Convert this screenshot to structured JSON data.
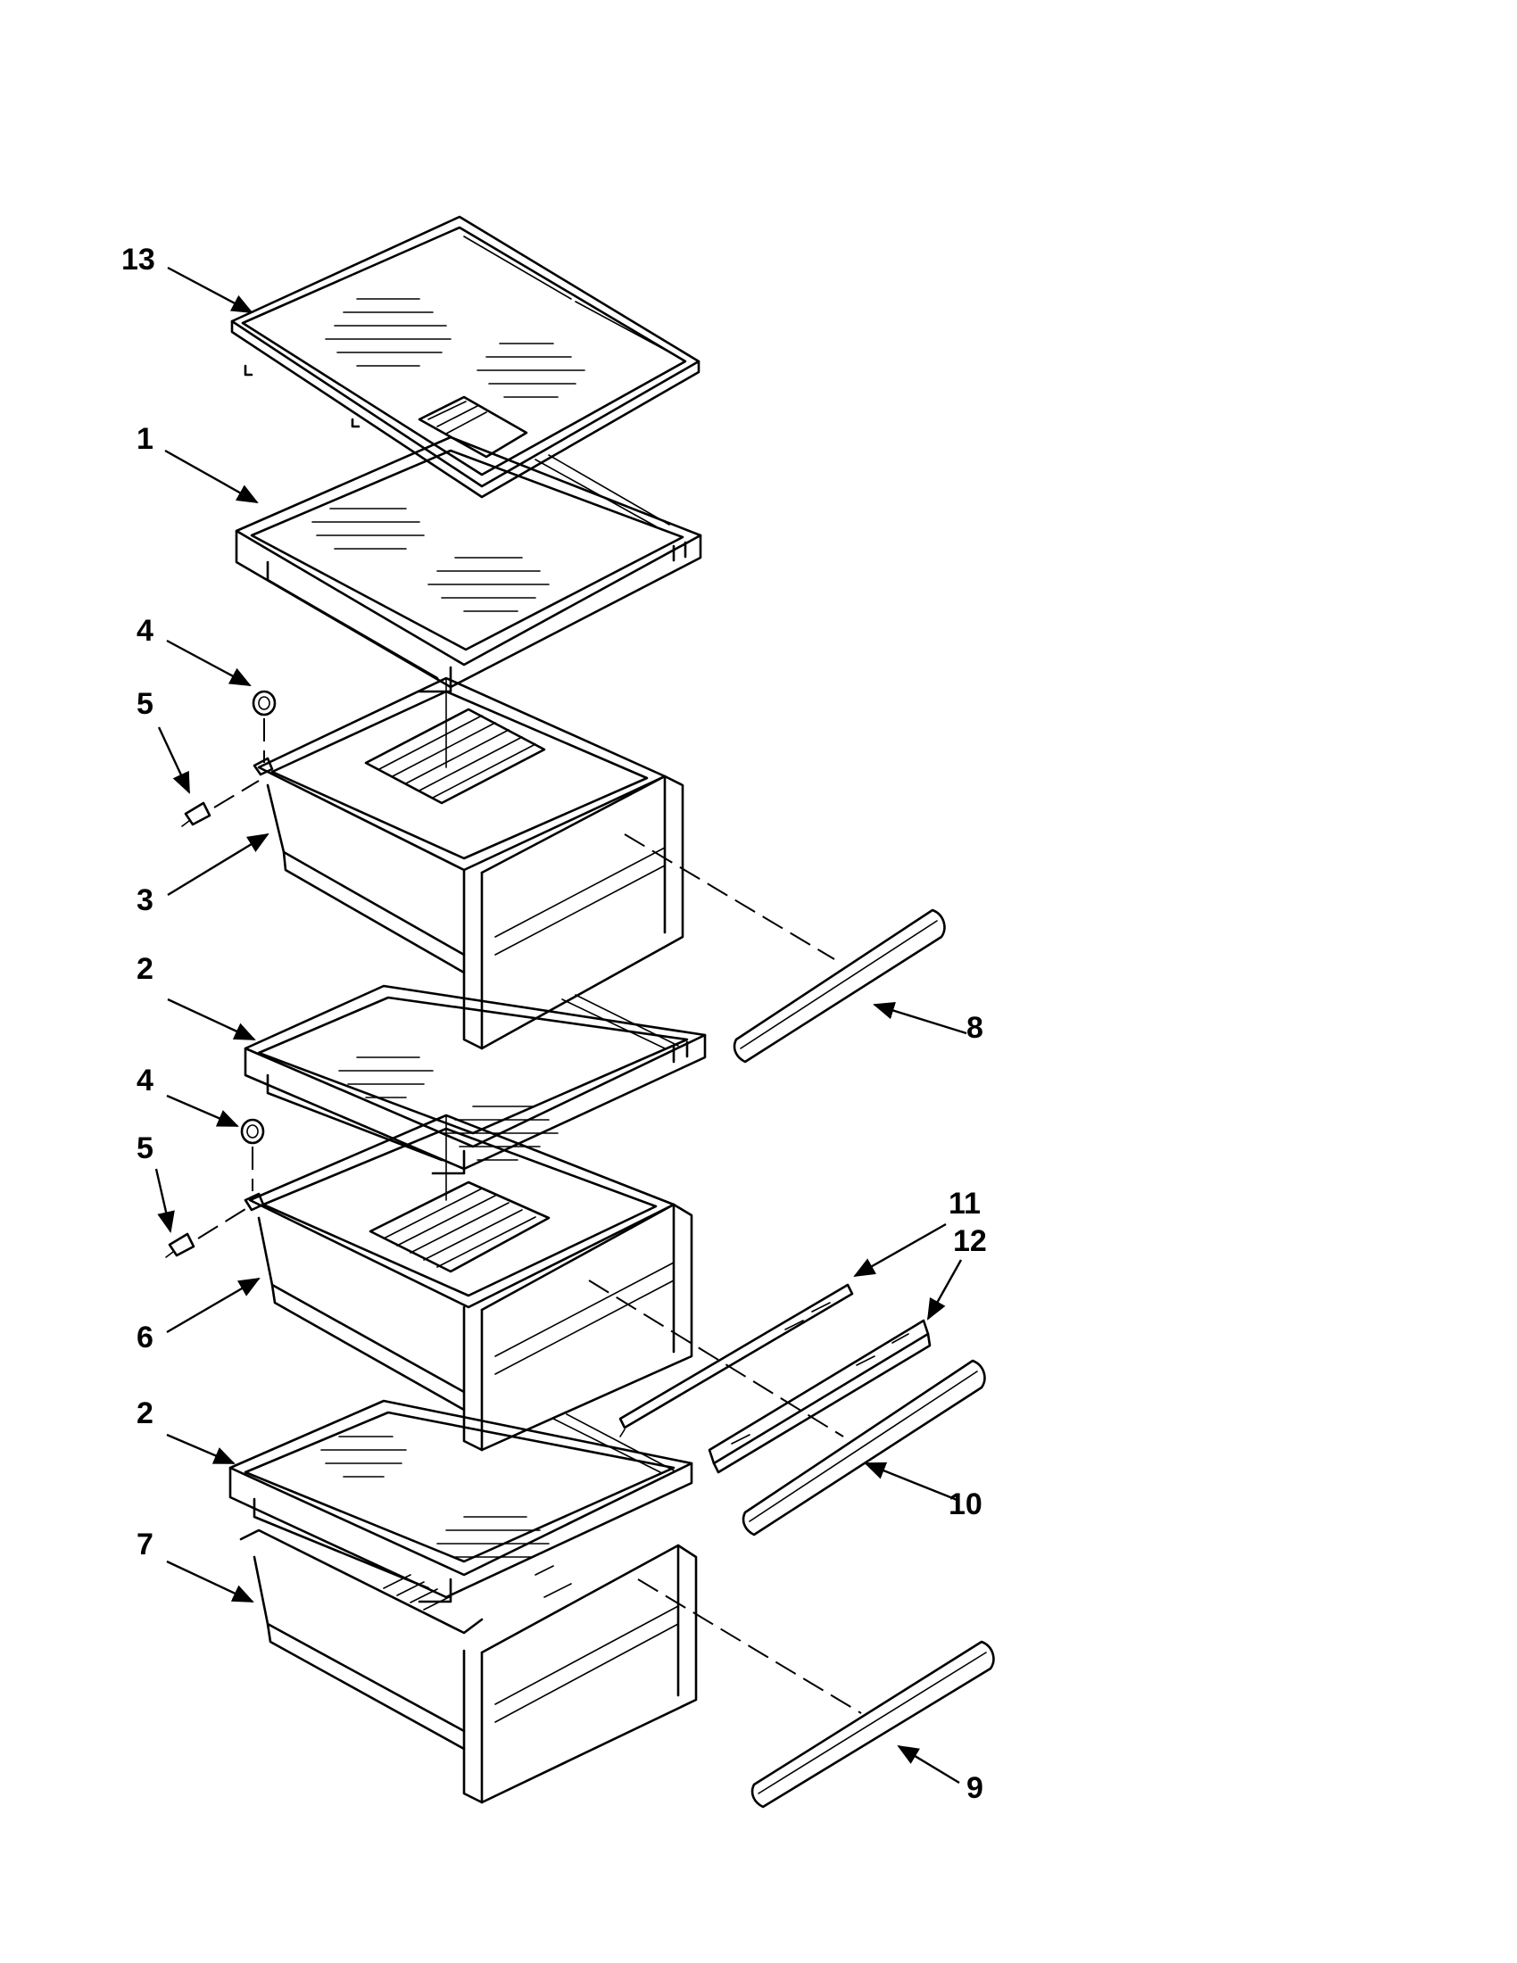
{
  "callouts": {
    "c13": "13",
    "c1": "1",
    "c4a": "4",
    "c5a": "5",
    "c3": "3",
    "c2a": "2",
    "c8": "8",
    "c4b": "4",
    "c5b": "5",
    "c11": "11",
    "c12": "12",
    "c6": "6",
    "c2b": "2",
    "c10": "10",
    "c7": "7",
    "c9": "9"
  }
}
